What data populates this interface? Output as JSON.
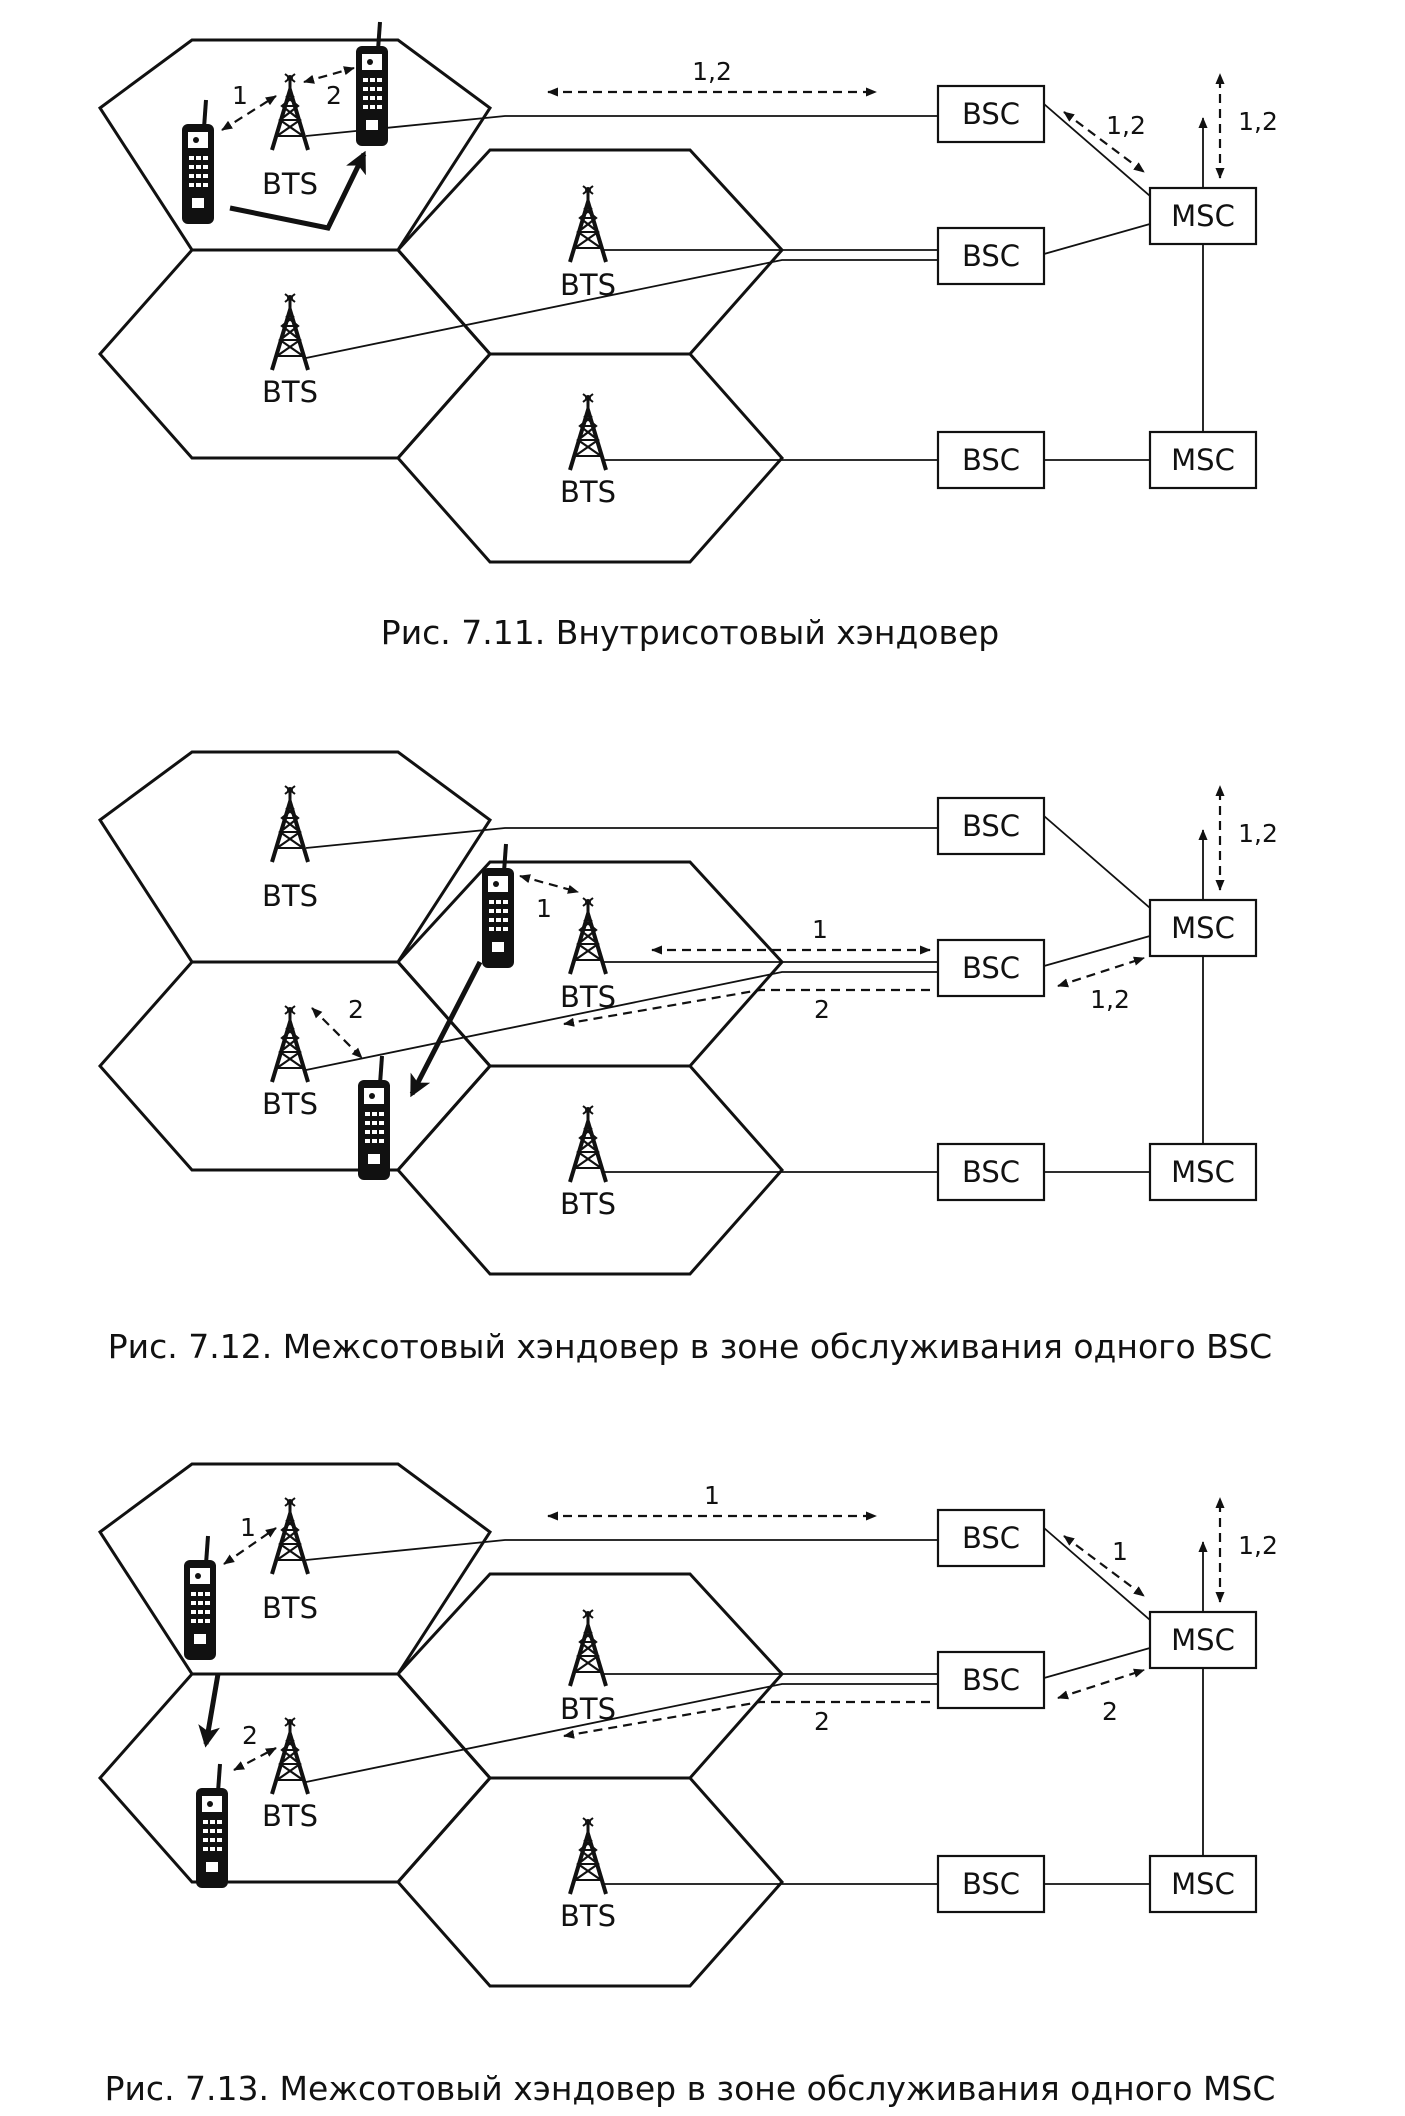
{
  "node_labels": {
    "bts": "BTS",
    "bsc": "BSC",
    "msc": "MSC"
  },
  "figures": [
    {
      "caption": "Рис. 7.11. Внутрисотовый хэндовер",
      "signals": {
        "bts_link_left": "1",
        "bts_link_right": "2",
        "bsc_top": "1,2",
        "bsc_msc": "1,2",
        "msc_ext": "1,2"
      }
    },
    {
      "caption": "Рис. 7.12. Межсотовый хэндовер в зоне обслуживания одного BSC",
      "signals": {
        "bts_link_1": "1",
        "bts_link_2": "2",
        "bsc_path_1": "1",
        "bsc_path_2": "2",
        "bsc_msc": "1,2",
        "msc_ext": "1,2"
      }
    },
    {
      "caption": "Рис. 7.13. Межсотовый хэндовер в зоне обслуживания одного MSC",
      "signals": {
        "bts_link_1": "1",
        "bts_link_2": "2",
        "bsc_top": "1",
        "bsc_msc_1": "1",
        "bsc_path_2": "2",
        "bsc_msc_2": "2",
        "msc_ext": "1,2"
      }
    }
  ]
}
